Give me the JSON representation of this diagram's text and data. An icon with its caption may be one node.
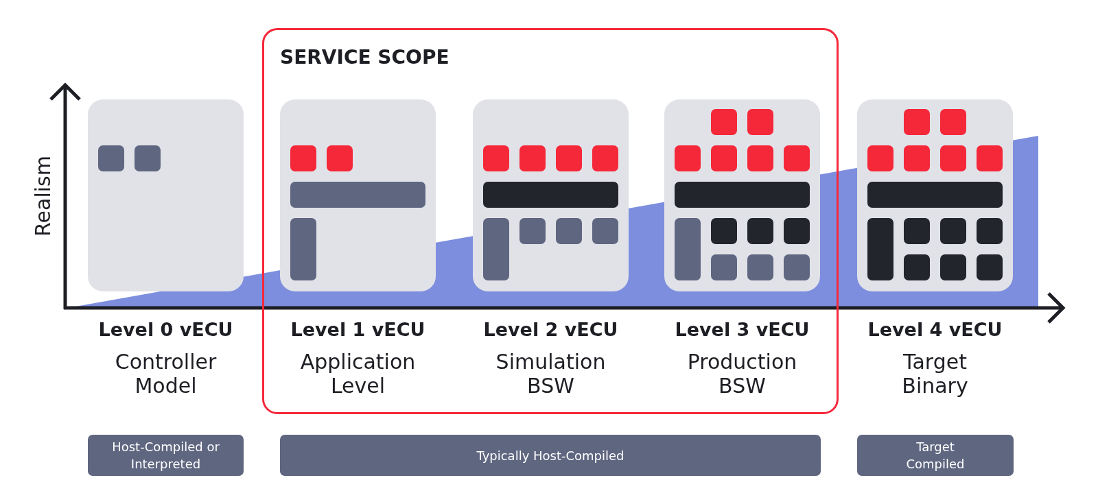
{
  "diagram": {
    "nodes": [
      {
        "text": [
          "Level 0 vECU",
          "Controller Model"
        ]
      },
      {
        "text": [
          "SERVICE SCOPE"
        ]
      },
      {
        "text": [
          "Level 1 vECU",
          "Application Level"
        ],
        "in": 1
      },
      {
        "text": [
          "Level 2 vECU",
          "Simulation BSW"
        ],
        "in": 1
      },
      {
        "text": [
          "Level 3 vECU",
          "Production BSW"
        ],
        "in": 1
      },
      {
        "text": [
          "Level 4 vECU",
          "Target Binary"
        ]
      },
      {
        "text": [
          "Host-Compiled or Interpreted"
        ]
      },
      {
        "text": [
          "Typically Host-Compiled"
        ]
      },
      {
        "text": [
          "Target Compiled"
        ]
      }
    ],
    "labels": [
      "Realism"
    ]
  }
}
